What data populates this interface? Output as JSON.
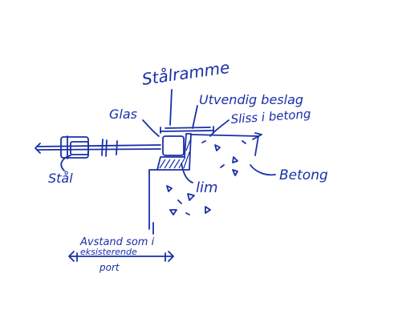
{
  "labels": {
    "staalramme": "Stålramme",
    "utvendig_beslag": "Utvendig beslag",
    "sliss_i_betong": "Sliss i betong",
    "glas": "Glas",
    "staal": "Stål",
    "lim": "lim",
    "betong": "Betong",
    "avstand_line1": "Avstand som i",
    "avstand_line2": "eksisterende",
    "avstand_line3": "port"
  },
  "colors": {
    "ink": "#1a2fa8",
    "background": "#ffffff"
  }
}
